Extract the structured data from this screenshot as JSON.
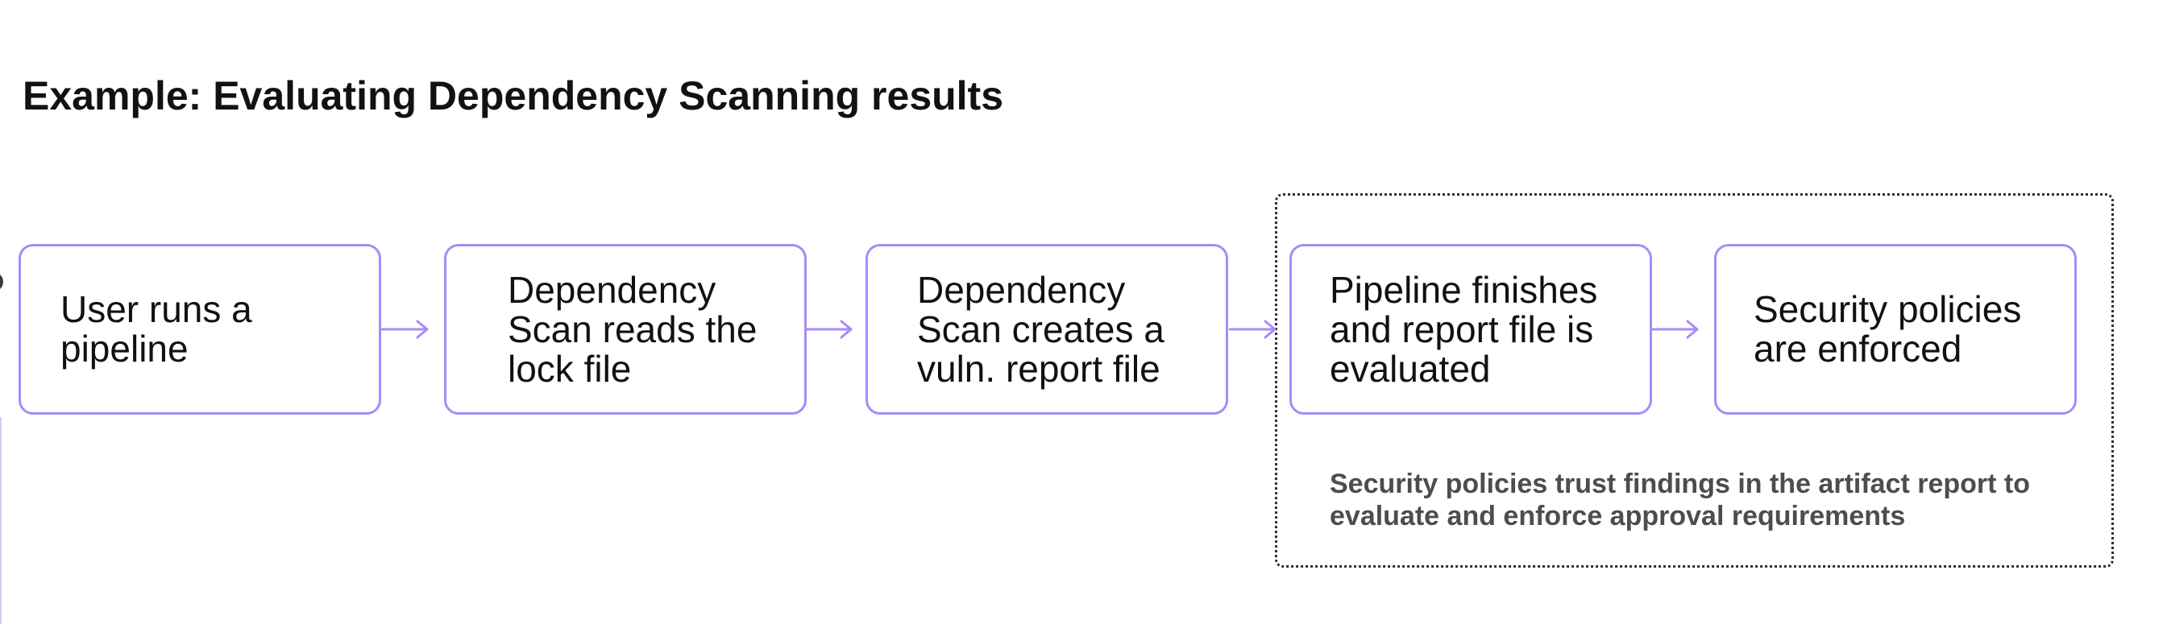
{
  "title": "Example: Evaluating Dependency Scanning results",
  "colors": {
    "accent": "#a78bfa",
    "title_text": "#121212",
    "box_text": "#111111",
    "note_text": "#4d4d4d",
    "dotted_border": "#2e2e2e"
  },
  "flow": {
    "connector_icon": "right-arrow",
    "steps": [
      {
        "label": "User runs a\npipeline"
      },
      {
        "label": "Dependency\nScan reads the\nlock file"
      },
      {
        "label": "Dependency\nScan creates a\nvuln. report file"
      },
      {
        "label": "Pipeline finishes\nand report file is\nevaluated"
      },
      {
        "label": "Security policies\nare enforced"
      }
    ],
    "group_note": "Security policies trust findings in the artifact report to\nevaluate and enforce approval requirements"
  }
}
